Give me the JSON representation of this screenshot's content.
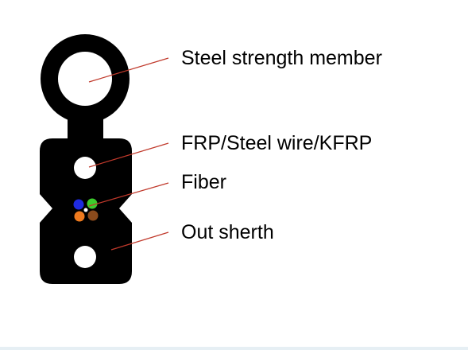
{
  "labels": {
    "steel_strength_member": "Steel strength member",
    "frp_steel_wire_kfrp": "FRP/Steel wire/KFRP",
    "fiber": "Fiber",
    "out_sherth": "Out sherth"
  },
  "colors": {
    "sheath": "#000000",
    "leader_line": "#c0392b",
    "fiber_blue": "#1f2be0",
    "fiber_green": "#3ccc2c",
    "fiber_orange": "#ee7a1e",
    "fiber_brown": "#8a4a1c",
    "fiber_core": "#ffffff"
  }
}
